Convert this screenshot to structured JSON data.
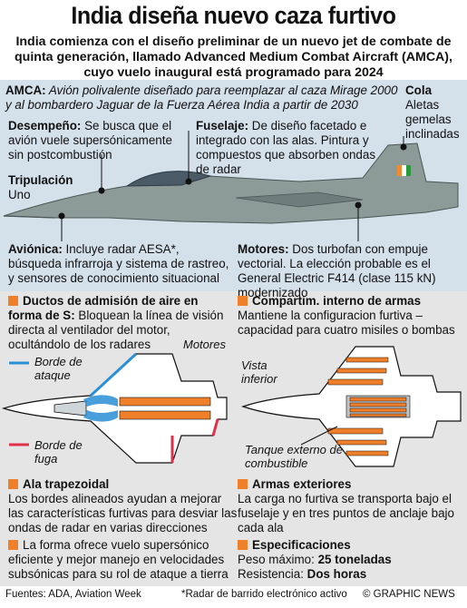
{
  "title": "India diseña nuevo caza furtivo",
  "subtitle": "India comienza con el diseño preliminar de un nuevo jet de combate de quinta generación, llamado Advanced Medium Combat Aircraft (AMCA), cuyo vuelo inaugural está programado para 2024",
  "amca": {
    "label": "AMCA:",
    "text": " Avión polivalente diseñado para reemplazar al caza Mirage 2000 y al bombardero Jaguar de la Fuerza Aérea India a partir de 2030"
  },
  "cola": {
    "label": "Cola",
    "text": "Aletas gemelas inclinadas"
  },
  "desempeno": {
    "label": "Desempeño:",
    "text": " Se busca que el avión vuele supersónicamente sin postcombustión"
  },
  "fuselaje": {
    "label": "Fuselaje:",
    "text": " De diseño facetado e integrado con las alas. Pintura y compuestos que absorben ondas de radar"
  },
  "tripulacion": {
    "label": "Tripulación",
    "text": "Uno"
  },
  "avionica": {
    "label": "Aviónica:",
    "text": " Incluye radar AESA*, búsqueda infrarroja y sistema de rastreo, y sensores de conocimiento situacional"
  },
  "motores_top": {
    "label": "Motores:",
    "text": " Dos turbofan con empuje vectorial. La elección probable es el General Electric F414 (clase 115 kN) modernizado"
  },
  "ductos": {
    "label": "Ductos de admisión de aire en forma de S:",
    "text": " Bloquean la línea de visión directa al ventilador del motor, ocultándolo de los radares"
  },
  "compart": {
    "label": "Compartim. interno de armas",
    "text": "Mantiene la configuracion furtiva – capacidad para cuatro misiles o bombas"
  },
  "diagram_labels": {
    "motores": "Motores",
    "borde_ataque": "Borde de ataque",
    "borde_fuga": "Borde de fuga",
    "vista_inferior": "Vista inferior",
    "tanque": "Tanque externo de combustible"
  },
  "ala": {
    "label": "Ala trapezoidal",
    "text": "Los bordes alineados ayudan a mejorar las características furtivas para desviar las ondas de radar en varias direcciones"
  },
  "forma": {
    "text": "La forma ofrece vuelo supersónico eficiente y mejor manejo en velocidades subsónicas para su rol de ataque a tierra"
  },
  "armas": {
    "label": "Armas exteriores",
    "text": "La carga no furtiva se transporta bajo el fuselaje y en tres puntos de anclaje bajo cada ala"
  },
  "espec": {
    "label": "Especificaciones",
    "peso_label": "Peso máximo: ",
    "peso_value": "25 toneladas",
    "res_label": "Resistencia: ",
    "res_value": "Dos horas"
  },
  "footer": {
    "sources": "Fuentes: ADA, Aviation Week",
    "footnote": "*Radar de barrido electrónico activo",
    "credit": "© GRAPHIC NEWS"
  },
  "colors": {
    "orange": "#f07f2a",
    "blue": "#2a8fd6",
    "red": "#e0304a",
    "top_bg": "#d4e0ea",
    "bottom_bg": "#e5e5e5"
  }
}
